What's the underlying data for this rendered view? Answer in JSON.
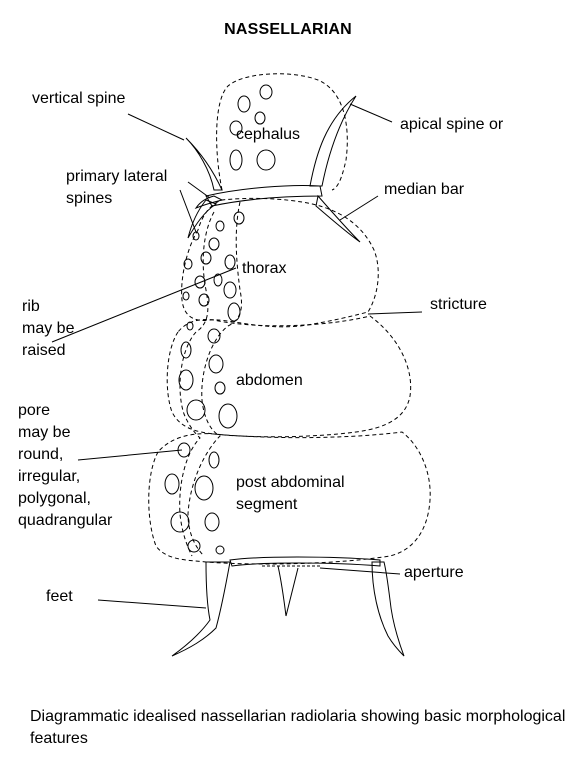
{
  "title": "NASSELLARIAN",
  "labels": {
    "vertical_spine": "vertical spine",
    "apical_spine": "apical spine or",
    "cephalus": "cephalus",
    "primary_lateral": "primary lateral\nspines",
    "median_bar": "median bar",
    "thorax": "thorax",
    "rib": "rib\nmay be\nraised",
    "stricture": "stricture",
    "abdomen": "abdomen",
    "pore": "pore\nmay be\nround,\nirregular,\npolygonal,\nquadrangular",
    "post_abdominal": "post abdominal\nsegment",
    "aperture": "aperture",
    "feet": "feet"
  },
  "caption": "Diagrammatic idealised nassellarian radiolaria showing basic morphological features"
}
